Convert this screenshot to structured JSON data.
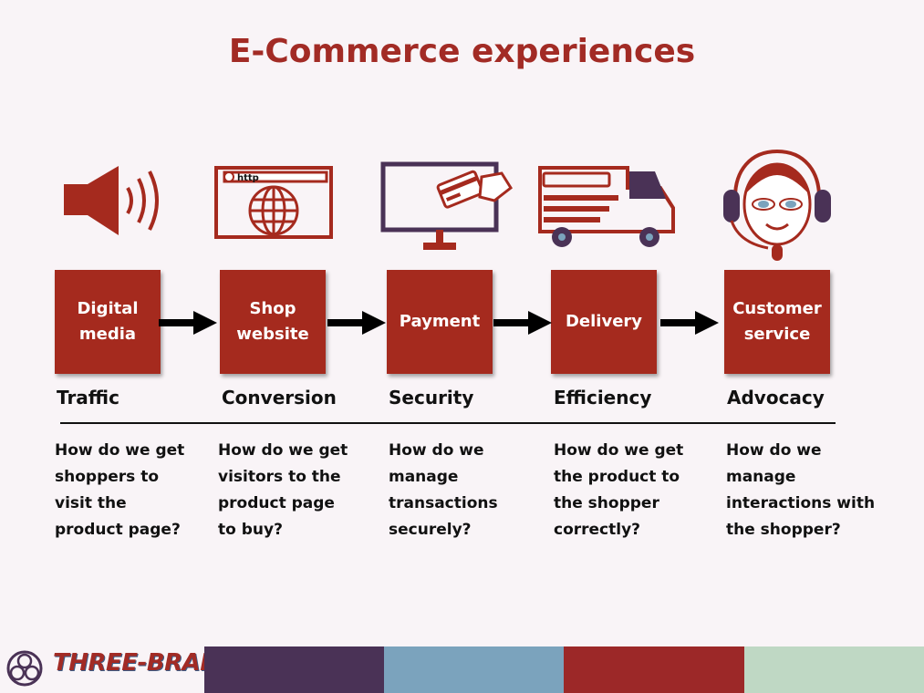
{
  "title": "E-Commerce experiences",
  "steps": [
    {
      "box": [
        "Digital",
        "media"
      ],
      "label": "Traffic",
      "question": [
        "How do we get",
        "shoppers to",
        "visit the",
        "product page?"
      ]
    },
    {
      "box": [
        "Shop",
        "website"
      ],
      "label": "Conversion",
      "question": [
        "How do we get",
        "visitors to the",
        "product page",
        "to buy?"
      ]
    },
    {
      "box": [
        "Payment"
      ],
      "label": "Security",
      "question": [
        "How do we",
        "manage",
        "transactions",
        "securely?"
      ]
    },
    {
      "box": [
        "Delivery"
      ],
      "label": "Efficiency",
      "question": [
        "How do we get",
        "the product to",
        "the shopper",
        "correctly?"
      ]
    },
    {
      "box": [
        "Customer",
        "service"
      ],
      "label": "Advocacy",
      "question": [
        "How do we",
        "manage",
        "interactions with",
        "the shopper?"
      ]
    }
  ],
  "browser_url_text": "http",
  "logo": "THREE-BRAINS",
  "colors": {
    "primary": "#a52a1e",
    "purple": "#4a3256",
    "blue": "#7ba3bd",
    "red": "#9c2828",
    "green": "#bfd8c4",
    "background": "#f9f4f7"
  },
  "icons": [
    "speaker-icon",
    "browser-globe-icon",
    "monitor-card-icon",
    "delivery-van-icon",
    "support-agent-icon"
  ]
}
